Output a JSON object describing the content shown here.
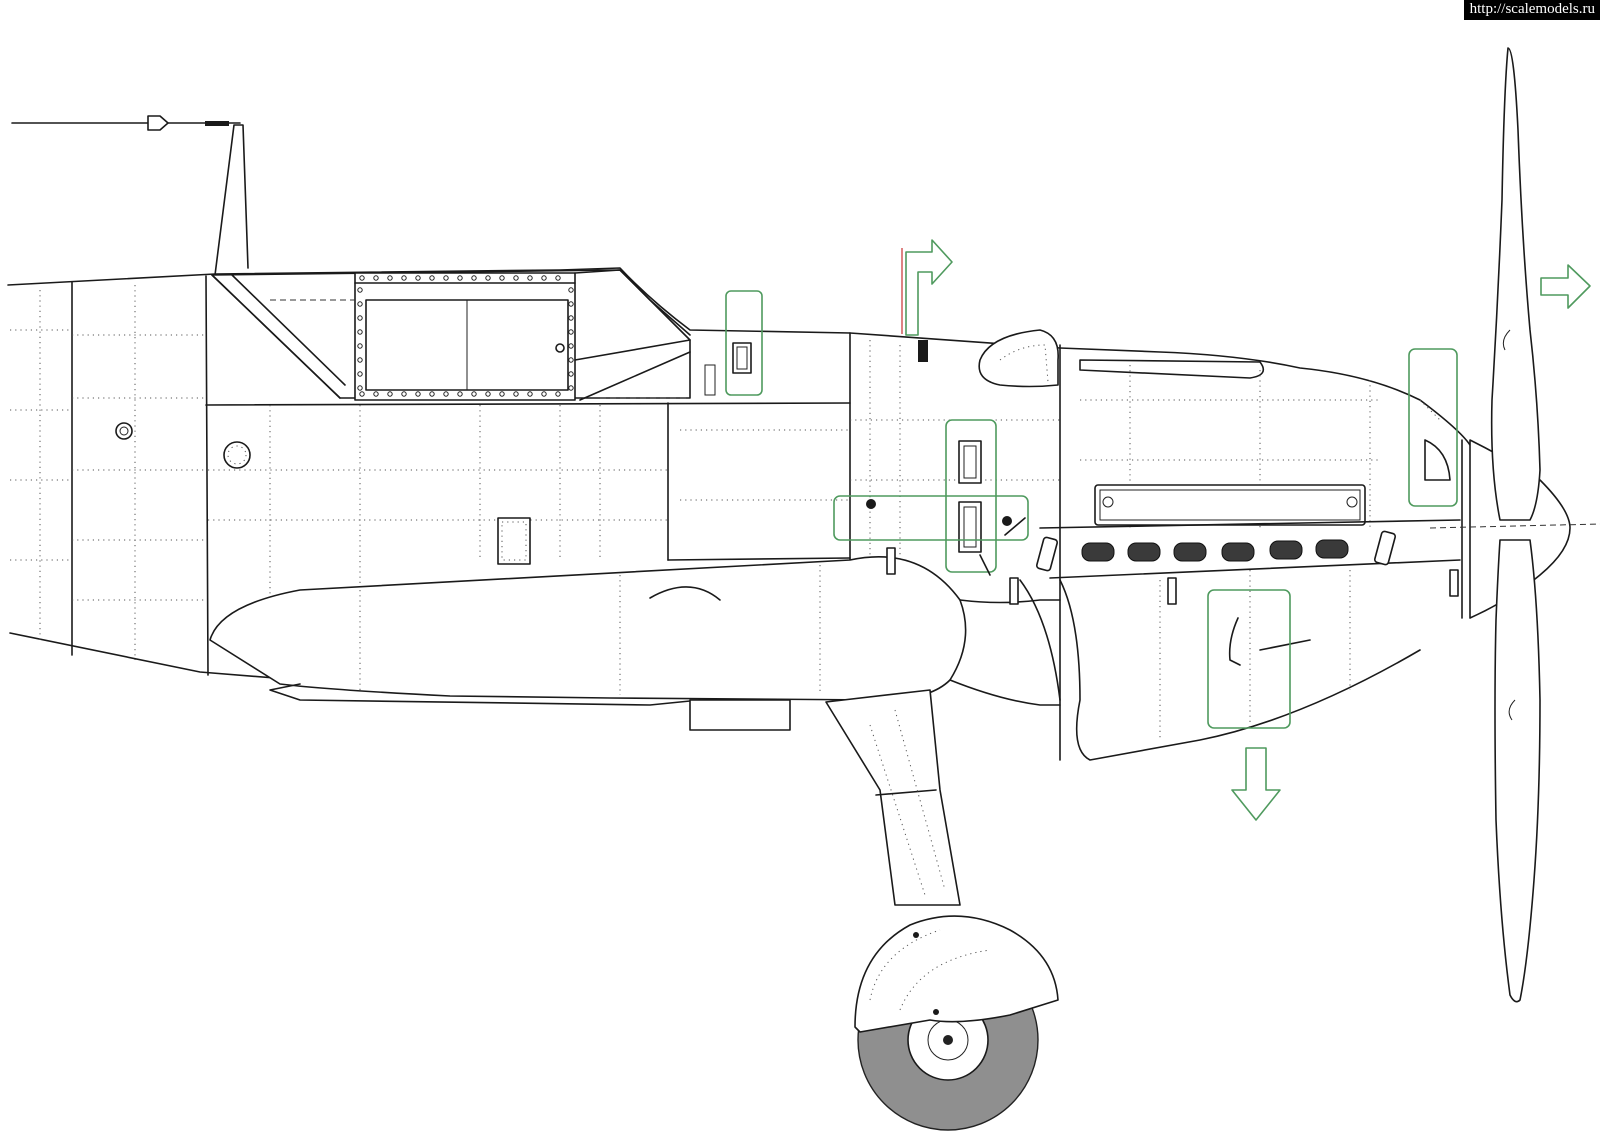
{
  "watermark": "http://scalemodels.ru",
  "colors": {
    "line": "#1a1a1a",
    "highlight": "#4f9a5e",
    "antenna_red": "#c83030",
    "exhaust": "#3a3a3a",
    "tyre": "#8f8f8f"
  },
  "highlights": [
    "vent-above-wing-root",
    "vents-fuselage-center",
    "vents-horizontal-band",
    "supercharger-intake-nose",
    "vent-lower-cowling"
  ],
  "arrows": [
    "right",
    "right",
    "down"
  ]
}
